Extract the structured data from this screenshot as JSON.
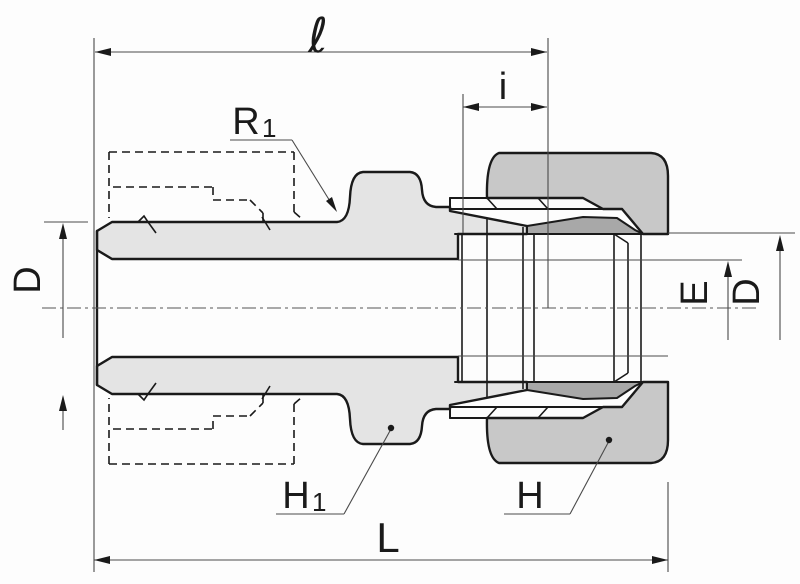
{
  "drawing": {
    "labels": {
      "length_to_shoulder": "ℓ",
      "insertion_depth": "i",
      "thread_main": "R",
      "thread_sub": "1",
      "tube_od_left": "D",
      "bore_diameter": "E",
      "tube_od_right": "D",
      "hex_body_main": "H",
      "hex_body_sub": "1",
      "hex_nut": "H",
      "overall_length": "L"
    },
    "colors": {
      "background": "#fdfdfd",
      "body_fill": "#e4e4e4",
      "nut_fill": "#c8c8c8",
      "ferrule_fill": "#a8a8a8",
      "line": "#1a1a1a",
      "dim_line": "#4a4a4a"
    }
  }
}
